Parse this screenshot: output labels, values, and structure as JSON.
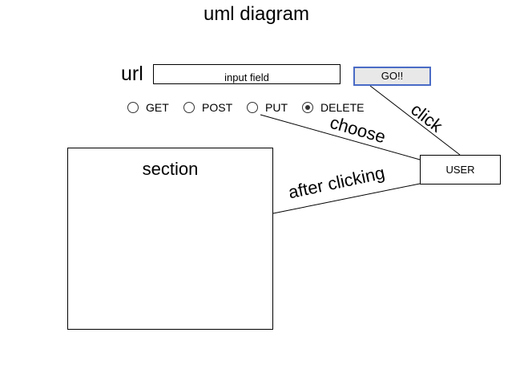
{
  "title": "uml diagram",
  "form": {
    "url_label": "url",
    "input_value": "input field",
    "go_label": "GO!!"
  },
  "methods": [
    {
      "label": "GET",
      "selected": false
    },
    {
      "label": "POST",
      "selected": false
    },
    {
      "label": "PUT",
      "selected": false
    },
    {
      "label": "DELETE",
      "selected": true
    }
  ],
  "section": {
    "label": "section"
  },
  "actor": {
    "label": "USER"
  },
  "connections": [
    {
      "from": "USER",
      "to": "GO!!",
      "label": "click"
    },
    {
      "from": "USER",
      "to": "PUT",
      "label": "choose"
    },
    {
      "from": "USER",
      "to": "section",
      "label": "after clicking"
    }
  ],
  "colors": {
    "button_border": "#4a6bc5",
    "button_fill": "#e8e8e8",
    "line": "#000000"
  }
}
